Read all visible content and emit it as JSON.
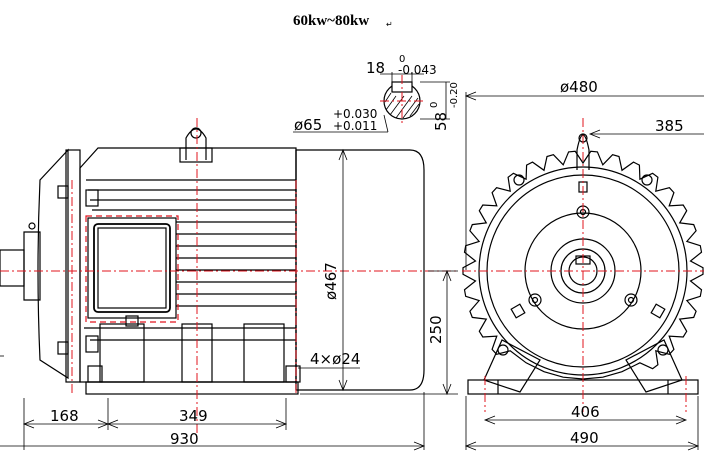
{
  "title": "60kw~80kw",
  "title_mark": "↵",
  "colors": {
    "centerline": "#e0141e",
    "outline": "#000000"
  },
  "shaft_detail": {
    "key_width": "18",
    "key_upper_tol": "0",
    "key_lower_tol": "-0.043",
    "key_depth": "58",
    "depth_upper_tol": "0",
    "depth_lower_tol": "-0.20",
    "diameter": "ø65",
    "diameter_upper_tol": "+0.030",
    "diameter_lower_tol": "+0.011"
  },
  "side_view": {
    "frame_diameter": "ø467",
    "mounting_holes": "4×ø24",
    "shaft_height": "250",
    "dim_168": "168",
    "dim_349": "349",
    "overall_length": "930"
  },
  "end_view": {
    "flange_diameter": "ø480",
    "height_to_top": "385",
    "hole_spacing": "406",
    "base_width": "490"
  }
}
